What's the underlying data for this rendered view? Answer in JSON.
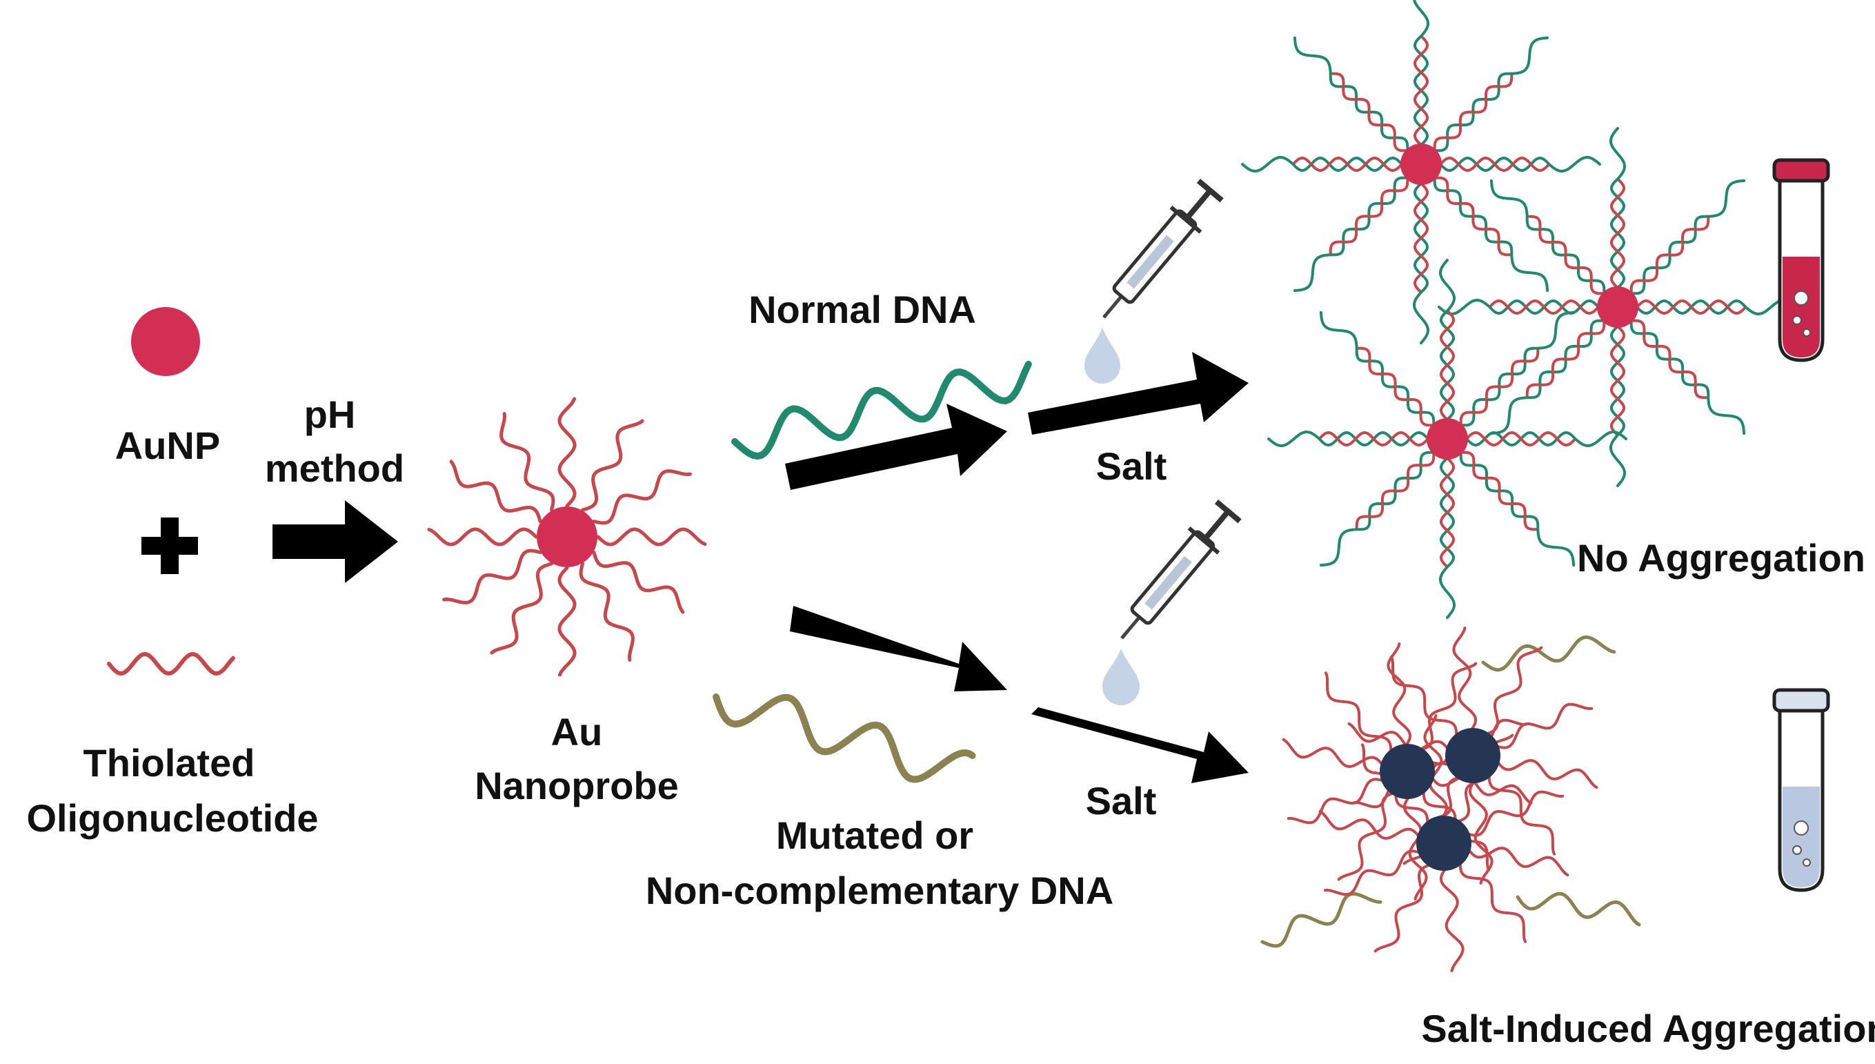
{
  "labels": {
    "aunp": "AuNP",
    "ph_line1": "pH",
    "ph_line2": "method",
    "thiolated_line1": "Thiolated",
    "thiolated_line2": "Oligonucleotide",
    "au_line1": "Au",
    "au_line2": "Nanoprobe",
    "normal_dna": "Normal DNA",
    "salt_top": "Salt",
    "salt_bottom": "Salt",
    "mutated_line1": "Mutated or",
    "mutated_line2": "Non-complementary DNA",
    "no_aggregation": "No Aggregation",
    "salt_induced": "Salt-Induced Aggregation"
  },
  "colors": {
    "gold_np": "#d32f55",
    "aggregated_np": "#243654",
    "oligo": "#c9464a",
    "normal_dna": "#1f8a6e",
    "mutated_dna": "#8c8150",
    "arrow": "#000000",
    "tube_red": "#c8264b",
    "tube_blue": "#b9c8e0"
  },
  "icons": {
    "plus": "plus-icon",
    "arrow": "arrow-icon",
    "syringe": "syringe-icon",
    "drop": "drop-icon",
    "tube": "test-tube-icon"
  }
}
